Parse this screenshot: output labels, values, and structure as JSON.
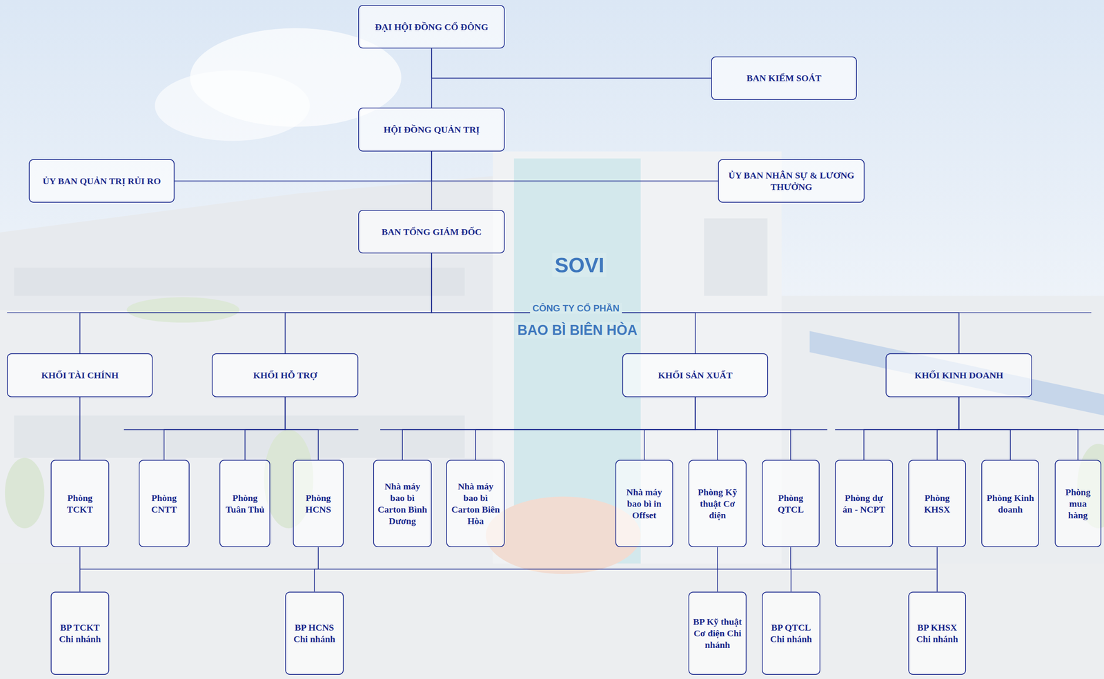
{
  "diagram": {
    "nodes": [
      {
        "text": [
          "ĐẠI HỘI ĐỒNG CỔ ĐÔNG"
        ]
      },
      {
        "text": [
          "BAN KIỂM SOÁT"
        ]
      },
      {
        "text": [
          "HỘI ĐỒNG QUẢN TRỊ"
        ]
      },
      {
        "text": [
          "ỦY BAN QUẢN TRỊ RỦI RO"
        ]
      },
      {
        "text": [
          "ỦY BAN NHÂN SỰ & LƯƠNG THƯỞNG"
        ]
      },
      {
        "text": [
          "BAN TỔNG GIÁM ĐỐC"
        ]
      },
      {
        "text": [
          "KHỐI TÀI CHÍNH"
        ]
      },
      {
        "text": [
          "KHỐI HỖ TRỢ"
        ]
      },
      {
        "text": [
          "KHỐI SẢN XUẤT"
        ]
      },
      {
        "text": [
          "KHỐI KINH DOANH"
        ]
      },
      {
        "text": [
          "Phòng TCKT"
        ]
      },
      {
        "text": [
          "Phòng CNTT"
        ]
      },
      {
        "text": [
          "Phòng Tuân Thủ"
        ]
      },
      {
        "text": [
          "Phòng HCNS"
        ]
      },
      {
        "text": [
          "Nhà máy bao bì Carton Bình Dương"
        ]
      },
      {
        "text": [
          "Nhà máy bao bì Carton Biên Hòa"
        ]
      },
      {
        "text": [
          "Nhà máy bao bì in Offset"
        ]
      },
      {
        "text": [
          "Phòng Kỹ thuật Cơ điện"
        ]
      },
      {
        "text": [
          "Phòng QTCL"
        ]
      },
      {
        "text": [
          "Phòng dự án - NCPT"
        ]
      },
      {
        "text": [
          "Phòng KHSX"
        ]
      },
      {
        "text": [
          "Phòng Kinh doanh"
        ]
      },
      {
        "text": [
          "Phòng mua hàng"
        ]
      },
      {
        "text": [
          "BP TCKT Chi nhánh"
        ]
      },
      {
        "text": [
          "BP HCNS Chi nhánh"
        ]
      },
      {
        "text": [
          "BP Kỹ thuật Cơ điện Chi nhánh"
        ]
      },
      {
        "text": [
          "BP QTCL Chi nhánh"
        ]
      },
      {
        "text": [
          "BP KHSX Chi nhánh"
        ]
      }
    ],
    "edges": [
      {
        "from": 0,
        "to": 1,
        "arrow": "none"
      },
      {
        "from": 0,
        "to": 2,
        "arrow": "none"
      },
      {
        "from": 2,
        "to": 3,
        "arrow": "none"
      },
      {
        "from": 2,
        "to": 4,
        "arrow": "none"
      },
      {
        "from": 2,
        "to": 5,
        "arrow": "none"
      },
      {
        "from": 5,
        "to": 6,
        "arrow": "none"
      },
      {
        "from": 5,
        "to": 7,
        "arrow": "none"
      },
      {
        "from": 5,
        "to": 8,
        "arrow": "none"
      },
      {
        "from": 5,
        "to": 9,
        "arrow": "none"
      },
      {
        "from": 6,
        "to": 10,
        "arrow": "none"
      },
      {
        "from": 7,
        "to": 11,
        "arrow": "none"
      },
      {
        "from": 7,
        "to": 12,
        "arrow": "none"
      },
      {
        "from": 7,
        "to": 13,
        "arrow": "none"
      },
      {
        "from": 8,
        "to": 14,
        "arrow": "none"
      },
      {
        "from": 8,
        "to": 15,
        "arrow": "none"
      },
      {
        "from": 8,
        "to": 16,
        "arrow": "none"
      },
      {
        "from": 8,
        "to": 17,
        "arrow": "none"
      },
      {
        "from": 8,
        "to": 18,
        "arrow": "none"
      },
      {
        "from": 9,
        "to": 19,
        "arrow": "none"
      },
      {
        "from": 9,
        "to": 20,
        "arrow": "none"
      },
      {
        "from": 9,
        "to": 21,
        "arrow": "none"
      },
      {
        "from": 9,
        "to": 22,
        "arrow": "none"
      },
      {
        "from": 10,
        "to": 23,
        "arrow": "none"
      },
      {
        "from": 13,
        "to": 24,
        "arrow": "none"
      },
      {
        "from": 17,
        "to": 25,
        "arrow": "none"
      },
      {
        "from": 18,
        "to": 26,
        "arrow": "none"
      },
      {
        "from": 20,
        "to": 27,
        "arrow": "none"
      }
    ],
    "labels": [
      "SOVI",
      "CÔNG TY CỔ PHẦN",
      "BAO BÌ BIÊN HÒA"
    ]
  }
}
